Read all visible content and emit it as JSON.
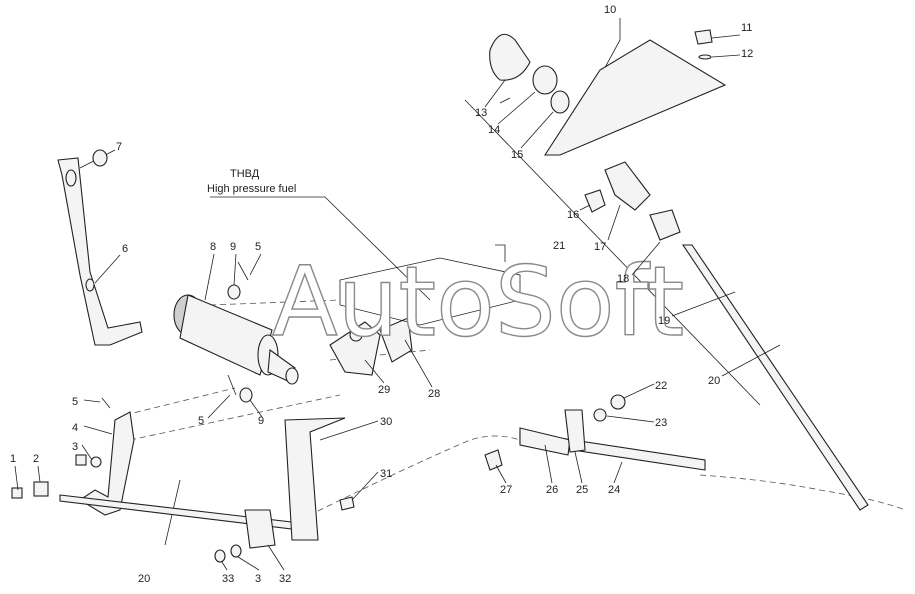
{
  "title_ru": "ТНВД",
  "title_en": "High pressure fuel",
  "watermark": "AutoSoft",
  "labels": {
    "l1": "1",
    "l2": "2",
    "l3a": "3",
    "l3b": "3",
    "l4": "4",
    "l5a": "5",
    "l5b": "5",
    "l5c": "5",
    "l6": "6",
    "l7": "7",
    "l8": "8",
    "l9a": "9",
    "l9b": "9",
    "l10": "10",
    "l11": "11",
    "l12": "12",
    "l13": "13",
    "l14": "14",
    "l15": "15",
    "l16": "16",
    "l17": "17",
    "l18": "18",
    "l19": "19",
    "l20a": "20",
    "l20b": "20",
    "l21": "21",
    "l22": "22",
    "l23": "23",
    "l24": "24",
    "l25": "25",
    "l26": "26",
    "l27": "27",
    "l28": "28",
    "l29": "29",
    "l30": "30",
    "l31": "31",
    "l32": "32",
    "l33": "33"
  }
}
